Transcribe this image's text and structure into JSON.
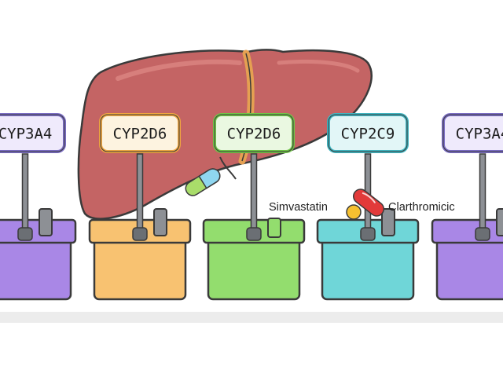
{
  "stations": [
    {
      "label": "CYP3A4",
      "color": "#a987e6",
      "sign_border": "#7a6cc4",
      "sign_fill": "#efeafc"
    },
    {
      "label": "CYP2D6",
      "color": "#f8c271",
      "sign_border": "#f0a640",
      "sign_fill": "#fdf3e0"
    },
    {
      "label": "CYP2D6",
      "color": "#93dd6e",
      "sign_border": "#6ec446",
      "sign_fill": "#eaf8e1"
    },
    {
      "label": "CYP2C9",
      "color": "#6fd6d8",
      "sign_border": "#3fb4c0",
      "sign_fill": "#e2f6f7"
    },
    {
      "label": "CYP3A4",
      "color": "#a987e6",
      "sign_border": "#7a6cc4",
      "sign_fill": "#efeafc"
    }
  ],
  "drugs": {
    "left_label": "Simvastatin",
    "right_label": "Clarthromicic"
  },
  "icons": [
    "liver-icon",
    "capsule-icon",
    "pill-icon"
  ],
  "colors": {
    "liver": "#c46464",
    "outline": "#3a3a3a",
    "ground": "#ececec"
  }
}
